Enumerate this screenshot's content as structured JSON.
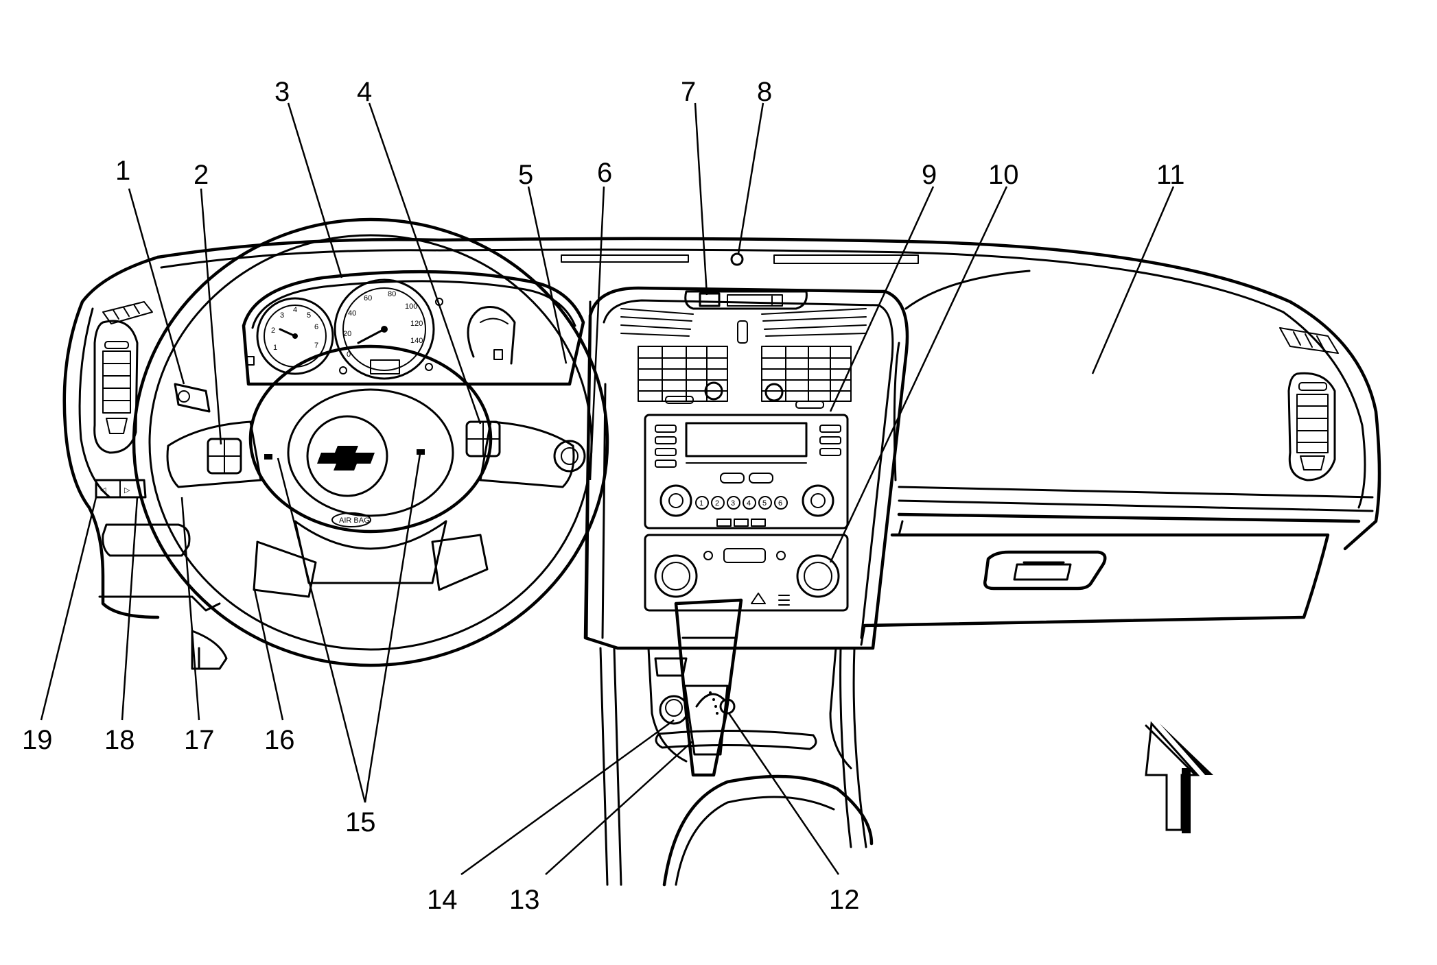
{
  "callouts": [
    {
      "id": "1",
      "label": "1"
    },
    {
      "id": "2",
      "label": "2"
    },
    {
      "id": "3",
      "label": "3"
    },
    {
      "id": "4",
      "label": "4"
    },
    {
      "id": "5",
      "label": "5"
    },
    {
      "id": "6",
      "label": "6"
    },
    {
      "id": "7",
      "label": "7"
    },
    {
      "id": "8",
      "label": "8"
    },
    {
      "id": "9",
      "label": "9"
    },
    {
      "id": "10",
      "label": "10"
    },
    {
      "id": "11",
      "label": "11"
    },
    {
      "id": "12",
      "label": "12"
    },
    {
      "id": "13",
      "label": "13"
    },
    {
      "id": "14",
      "label": "14"
    },
    {
      "id": "15",
      "label": "15"
    },
    {
      "id": "16",
      "label": "16"
    },
    {
      "id": "17",
      "label": "17"
    },
    {
      "id": "18",
      "label": "18"
    },
    {
      "id": "19",
      "label": "19"
    }
  ],
  "markings": {
    "airbag": "AIR BAG",
    "speed_ticks": [
      "0",
      "20",
      "40",
      "60",
      "80",
      "100",
      "120",
      "140"
    ],
    "tach_ticks": [
      "1",
      "2",
      "3",
      "4",
      "5",
      "6",
      "7"
    ],
    "radio_presets": [
      "1",
      "2",
      "3",
      "4",
      "5",
      "6"
    ]
  },
  "icons": [
    "steering-wheel-icon",
    "chevrolet-bowtie-icon",
    "front-direction-arrow-icon"
  ]
}
